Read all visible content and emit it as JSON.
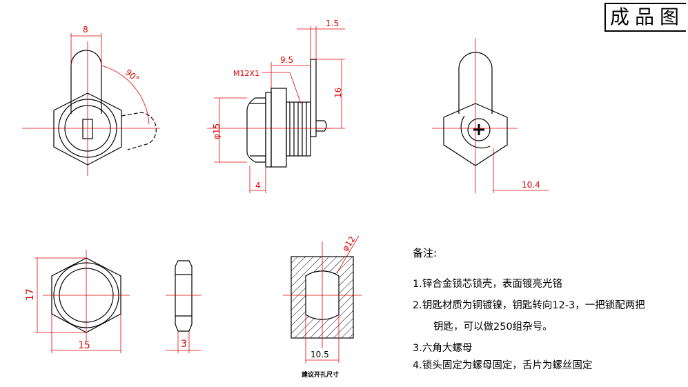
{
  "title": "成品图",
  "dimensions": {
    "front_width": "8",
    "angle": "90°",
    "tongue_thickness": "1.5",
    "tongue_offset": "9.5",
    "thread": "M12X1",
    "tongue_height": "16",
    "body_diameter": "φ15",
    "head_depth": "4",
    "rear_offset": "10.4",
    "nut_height": "17",
    "nut_width": "15",
    "nut_thickness": "3",
    "hole_diameter": "φ12",
    "hole_flat": "10.5"
  },
  "hole_caption": "建议开孔尺寸",
  "notes": {
    "header": "备注:",
    "items": [
      "1.锌合金锁芯锁壳，表面镀亮光铬",
      "2.钥匙材质为铜镀镍，钥匙转向12-3，一把锁配两把",
      "钥匙，可以做250组杂号。",
      "3.六角大螺母",
      "4.锁头固定为螺母固定，舌片为螺丝固定"
    ]
  },
  "colors": {
    "line": "#000000",
    "dimension": "#e00000"
  }
}
